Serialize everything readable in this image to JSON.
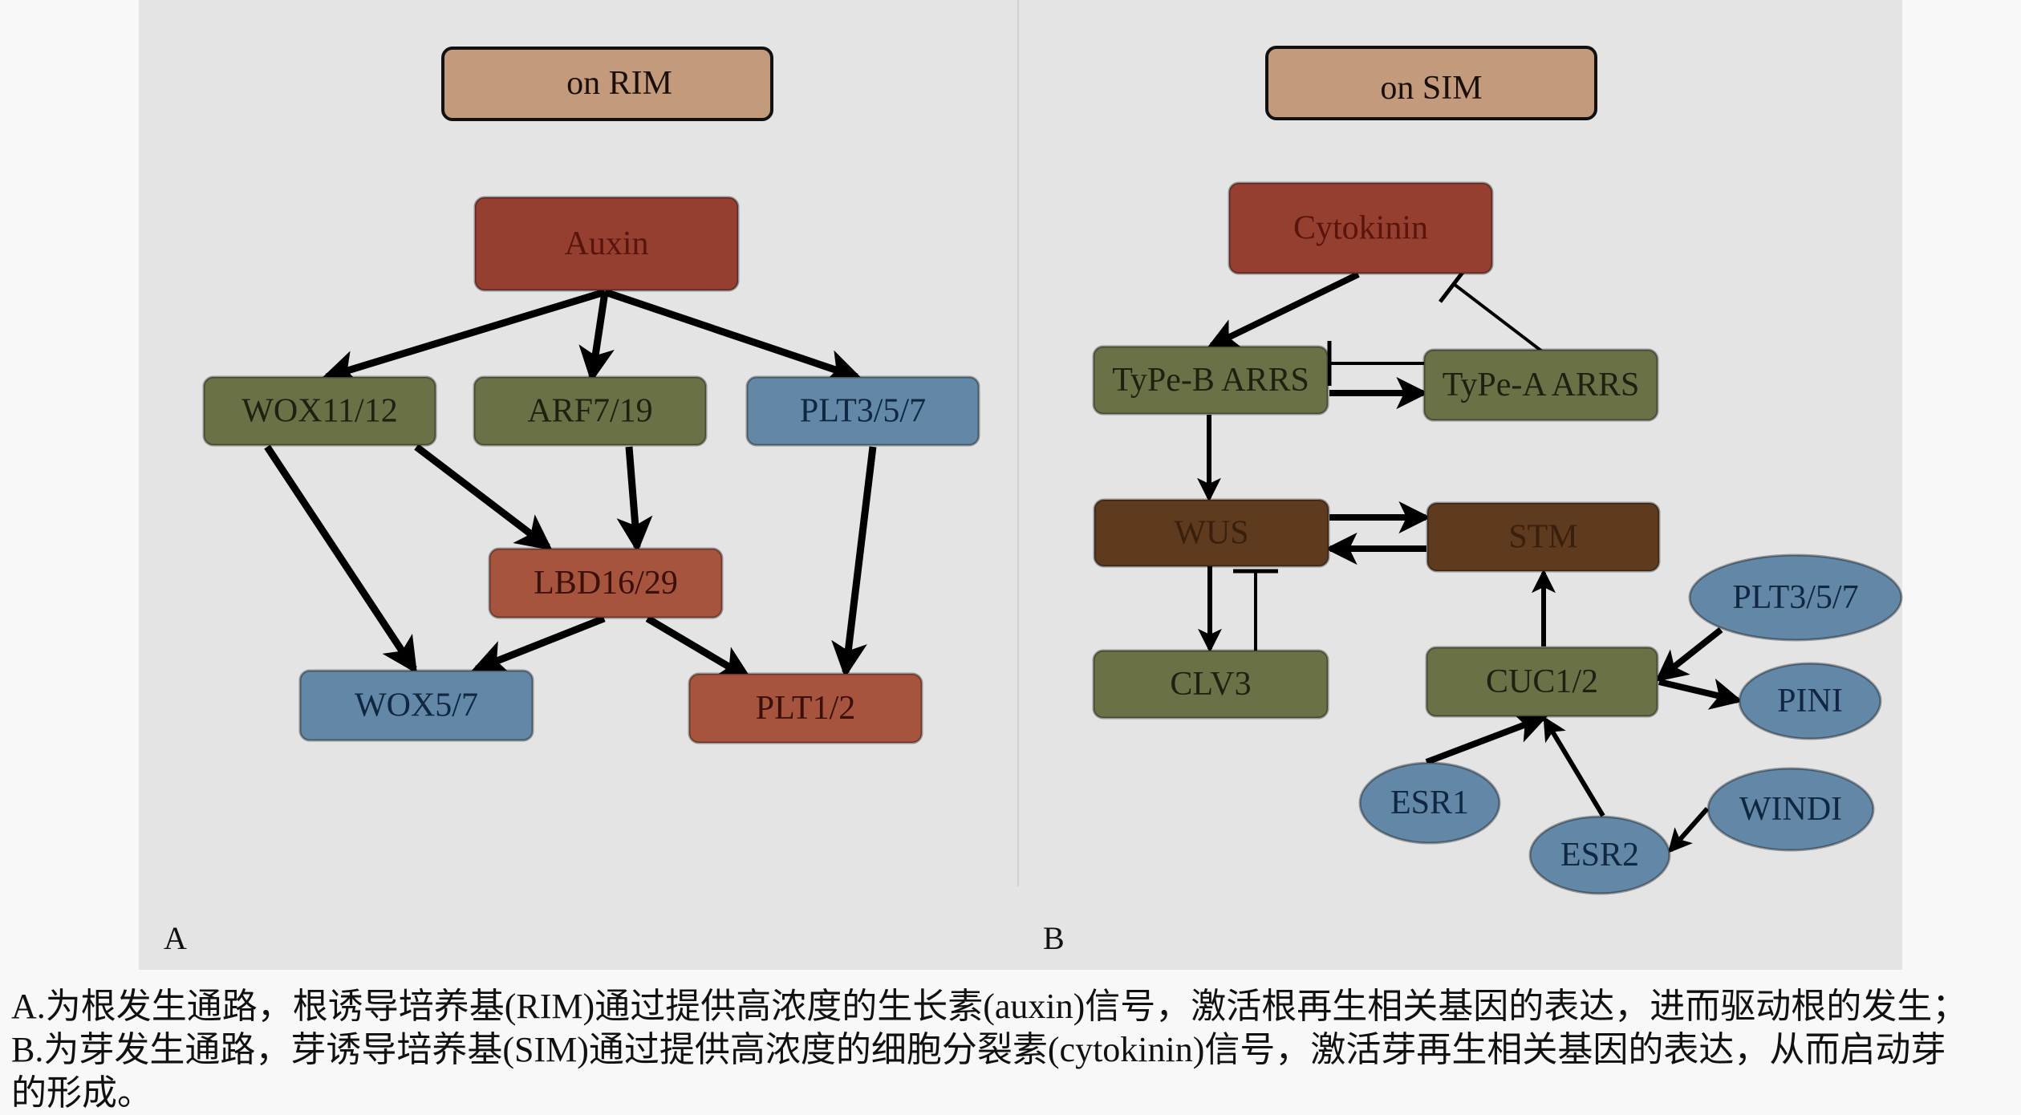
{
  "figure": {
    "panel_a": {
      "label": "A",
      "medium": "on RIM",
      "nodes": [
        {
          "id": "auxin",
          "label": "Auxin",
          "shape": "rect",
          "fill": "#943f30",
          "text": "#5a140c"
        },
        {
          "id": "wox11",
          "label": "WOX11/12",
          "shape": "rect",
          "fill": "#6b7146",
          "text": "#1e2010"
        },
        {
          "id": "arf",
          "label": "ARF7/19",
          "shape": "rect",
          "fill": "#6b7146",
          "text": "#1e2010"
        },
        {
          "id": "plt357a",
          "label": "PLT3/5/7",
          "shape": "rect",
          "fill": "#6387a6",
          "text": "#0f2740"
        },
        {
          "id": "lbd",
          "label": "LBD16/29",
          "shape": "rect",
          "fill": "#a7543f",
          "text": "#3a1008"
        },
        {
          "id": "wox57",
          "label": "WOX5/7",
          "shape": "rect",
          "fill": "#6387a6",
          "text": "#0f2740"
        },
        {
          "id": "plt12",
          "label": "PLT1/2",
          "shape": "rect",
          "fill": "#a7543f",
          "text": "#3a1008"
        }
      ],
      "edges": [
        {
          "from": "auxin",
          "to": "wox11",
          "type": "activate"
        },
        {
          "from": "auxin",
          "to": "arf",
          "type": "activate"
        },
        {
          "from": "auxin",
          "to": "plt357a",
          "type": "activate"
        },
        {
          "from": "wox11",
          "to": "wox57",
          "type": "activate"
        },
        {
          "from": "wox11",
          "to": "lbd",
          "type": "activate"
        },
        {
          "from": "arf",
          "to": "lbd",
          "type": "activate"
        },
        {
          "from": "plt357a",
          "to": "plt12",
          "type": "activate"
        },
        {
          "from": "lbd",
          "to": "wox57",
          "type": "activate"
        },
        {
          "from": "lbd",
          "to": "plt12",
          "type": "activate"
        }
      ]
    },
    "panel_b": {
      "label": "B",
      "medium": "on SIM",
      "nodes": [
        {
          "id": "cytokinin",
          "label": "Cytokinin",
          "shape": "rect",
          "fill": "#943f30",
          "text": "#5a140c"
        },
        {
          "id": "typeb",
          "label": "TyPe-B ARRS",
          "shape": "rect",
          "fill": "#6b7146",
          "text": "#1e2010"
        },
        {
          "id": "typea",
          "label": "TyPe-A ARRS",
          "shape": "rect",
          "fill": "#6b7146",
          "text": "#1e2010"
        },
        {
          "id": "wus",
          "label": "WUS",
          "shape": "rect",
          "fill": "#5e3a1e",
          "text": "#3a200c"
        },
        {
          "id": "stm",
          "label": "STM",
          "shape": "rect",
          "fill": "#5e3a1e",
          "text": "#3a200c"
        },
        {
          "id": "clv3",
          "label": "CLV3",
          "shape": "rect",
          "fill": "#6b7146",
          "text": "#1e2010"
        },
        {
          "id": "cuc",
          "label": "CUC1/2",
          "shape": "rect",
          "fill": "#6b7146",
          "text": "#1e2010"
        },
        {
          "id": "plt357b",
          "label": "PLT3/5/7",
          "shape": "ellipse",
          "fill": "#6387a6",
          "text": "#0f2740"
        },
        {
          "id": "pini",
          "label": "PINI",
          "shape": "ellipse",
          "fill": "#6387a6",
          "text": "#0f2740"
        },
        {
          "id": "esr1",
          "label": "ESR1",
          "shape": "ellipse",
          "fill": "#6387a6",
          "text": "#0f2740"
        },
        {
          "id": "windi",
          "label": "WINDI",
          "shape": "ellipse",
          "fill": "#6387a6",
          "text": "#0f2740"
        },
        {
          "id": "esr2",
          "label": "ESR2",
          "shape": "ellipse",
          "fill": "#6387a6",
          "text": "#0f2740"
        }
      ],
      "edges": [
        {
          "from": "cytokinin",
          "to": "typeb",
          "type": "activate"
        },
        {
          "from": "typea",
          "to": "cytokinin",
          "type": "inhibit"
        },
        {
          "from": "typea",
          "to": "typeb",
          "type": "inhibit"
        },
        {
          "from": "typeb",
          "to": "typea",
          "type": "activate"
        },
        {
          "from": "typeb",
          "to": "wus",
          "type": "activate"
        },
        {
          "from": "wus",
          "to": "stm",
          "type": "activate"
        },
        {
          "from": "stm",
          "to": "wus",
          "type": "activate"
        },
        {
          "from": "wus",
          "to": "clv3",
          "type": "activate"
        },
        {
          "from": "clv3",
          "to": "wus",
          "type": "inhibit"
        },
        {
          "from": "cuc",
          "to": "stm",
          "type": "activate"
        },
        {
          "from": "plt357b",
          "to": "cuc",
          "type": "activate"
        },
        {
          "from": "cuc",
          "to": "pini",
          "type": "activate"
        },
        {
          "from": "esr1",
          "to": "cuc",
          "type": "activate"
        },
        {
          "from": "esr2",
          "to": "cuc",
          "type": "activate"
        },
        {
          "from": "windi",
          "to": "esr2",
          "type": "activate"
        }
      ]
    },
    "medium_fill": "#c49a7c",
    "edge_color": "#000000"
  },
  "caption": {
    "lines": [
      "A.为根发生通路，根诱导培养基(RIM)通过提供高浓度的生长素(auxin)信号，激活根再生相关基因的表达，进而驱动根的发生；",
      "B.为芽发生通路，芽诱导培养基(SIM)通过提供高浓度的细胞分裂素(cytokinin)信号，激活芽再生相关基因的表达，从而启动芽",
      "的形成。"
    ]
  }
}
